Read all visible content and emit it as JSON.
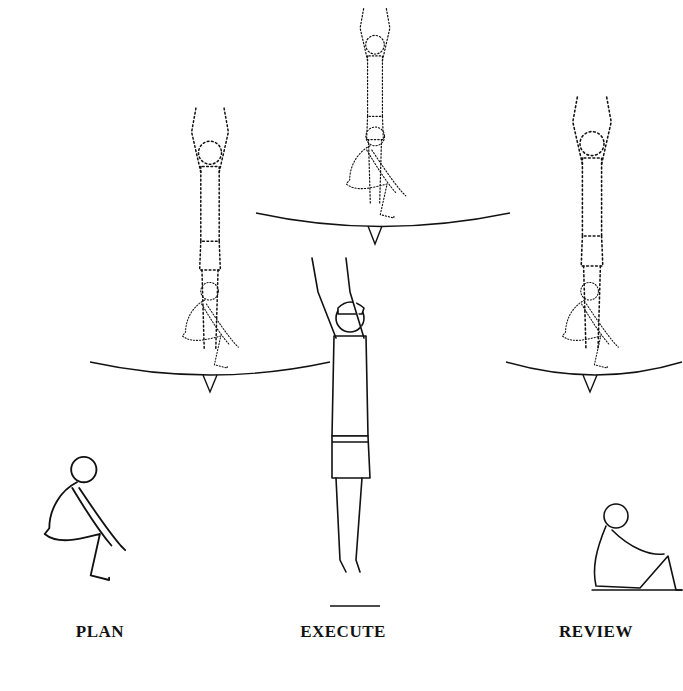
{
  "diagram": {
    "labels": [
      "PLAN",
      "EXECUTE",
      "REVIEW"
    ]
  }
}
